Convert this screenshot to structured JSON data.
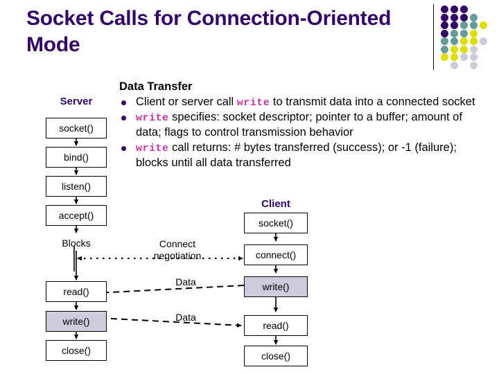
{
  "slide": {
    "title": "Socket Calls for Connection-Oriented Mode",
    "title_color": "#330066"
  },
  "decor": {
    "divider": "vertical-rule",
    "dot_colors": {
      "purple": "#330066",
      "teal": "#669999",
      "yellow": "#dddd00",
      "lavender": "#ccccdd"
    },
    "dots": [
      {
        "col": 0,
        "row": 0,
        "color": "#330066"
      },
      {
        "col": 1,
        "row": 0,
        "color": "#330066"
      },
      {
        "col": 2,
        "row": 0,
        "color": "#330066"
      },
      {
        "col": 0,
        "row": 1,
        "color": "#330066"
      },
      {
        "col": 1,
        "row": 1,
        "color": "#330066"
      },
      {
        "col": 2,
        "row": 1,
        "color": "#330066"
      },
      {
        "col": 3,
        "row": 1,
        "color": "#669999"
      },
      {
        "col": 0,
        "row": 2,
        "color": "#330066"
      },
      {
        "col": 1,
        "row": 2,
        "color": "#330066"
      },
      {
        "col": 2,
        "row": 2,
        "color": "#669999"
      },
      {
        "col": 3,
        "row": 2,
        "color": "#669999"
      },
      {
        "col": 4,
        "row": 2,
        "color": "#dddd00"
      },
      {
        "col": 0,
        "row": 3,
        "color": "#330066"
      },
      {
        "col": 1,
        "row": 3,
        "color": "#669999"
      },
      {
        "col": 2,
        "row": 3,
        "color": "#669999"
      },
      {
        "col": 3,
        "row": 3,
        "color": "#dddd00"
      },
      {
        "col": 0,
        "row": 4,
        "color": "#669999"
      },
      {
        "col": 1,
        "row": 4,
        "color": "#669999"
      },
      {
        "col": 2,
        "row": 4,
        "color": "#dddd00"
      },
      {
        "col": 3,
        "row": 4,
        "color": "#dddd00"
      },
      {
        "col": 4,
        "row": 4,
        "color": "#ccccdd"
      },
      {
        "col": 0,
        "row": 5,
        "color": "#669999"
      },
      {
        "col": 1,
        "row": 5,
        "color": "#dddd00"
      },
      {
        "col": 2,
        "row": 5,
        "color": "#dddd00"
      },
      {
        "col": 3,
        "row": 5,
        "color": "#ccccdd"
      },
      {
        "col": 0,
        "row": 6,
        "color": "#dddd00"
      },
      {
        "col": 1,
        "row": 6,
        "color": "#dddd00"
      },
      {
        "col": 2,
        "row": 6,
        "color": "#ccccdd"
      },
      {
        "col": 3,
        "row": 6,
        "color": "#ccccdd"
      },
      {
        "col": 1,
        "row": 7,
        "color": "#ccccdd"
      },
      {
        "col": 3,
        "row": 7,
        "color": "#ccccdd"
      }
    ]
  },
  "body": {
    "heading": "Data Transfer",
    "bullets": [
      {
        "parts": [
          {
            "t": "Client or server call ",
            "k": false
          },
          {
            "t": "write",
            "k": true
          },
          {
            "t": " to transmit data into a connected socket",
            "k": false
          }
        ]
      },
      {
        "parts": [
          {
            "t": "write",
            "k": true
          },
          {
            "t": " specifies: socket descriptor; pointer to a buffer; amount of data; flags to control transmission behavior",
            "k": false
          }
        ]
      },
      {
        "parts": [
          {
            "t": "write",
            "k": true
          },
          {
            "t": " call returns: # bytes transferred (success); or -1 (failure); blocks until all data transferred",
            "k": false
          }
        ]
      }
    ]
  },
  "diagram": {
    "server": {
      "label": "Server",
      "nodes": [
        {
          "id": "server-socket",
          "label": "socket()",
          "highlight": false
        },
        {
          "id": "server-bind",
          "label": "bind()",
          "highlight": false
        },
        {
          "id": "server-listen",
          "label": "listen()",
          "highlight": false
        },
        {
          "id": "server-accept",
          "label": "accept()",
          "highlight": false
        },
        {
          "id": "server-read",
          "label": "read()",
          "highlight": false
        },
        {
          "id": "server-write",
          "label": "write()",
          "highlight": true
        },
        {
          "id": "server-close",
          "label": "close()",
          "highlight": false
        }
      ],
      "blocks_label": "Blocks"
    },
    "client": {
      "label": "Client",
      "nodes": [
        {
          "id": "client-socket",
          "label": "socket()",
          "highlight": false
        },
        {
          "id": "client-connect",
          "label": "connect()",
          "highlight": false
        },
        {
          "id": "client-write",
          "label": "write()",
          "highlight": true
        },
        {
          "id": "client-read",
          "label": "read()",
          "highlight": false
        },
        {
          "id": "client-close",
          "label": "close()",
          "highlight": false
        }
      ]
    },
    "edges": {
      "connect_negotiation_line1": "Connect",
      "connect_negotiation_line2": "negotiation",
      "data_up": "Data",
      "data_down": "Data"
    }
  }
}
